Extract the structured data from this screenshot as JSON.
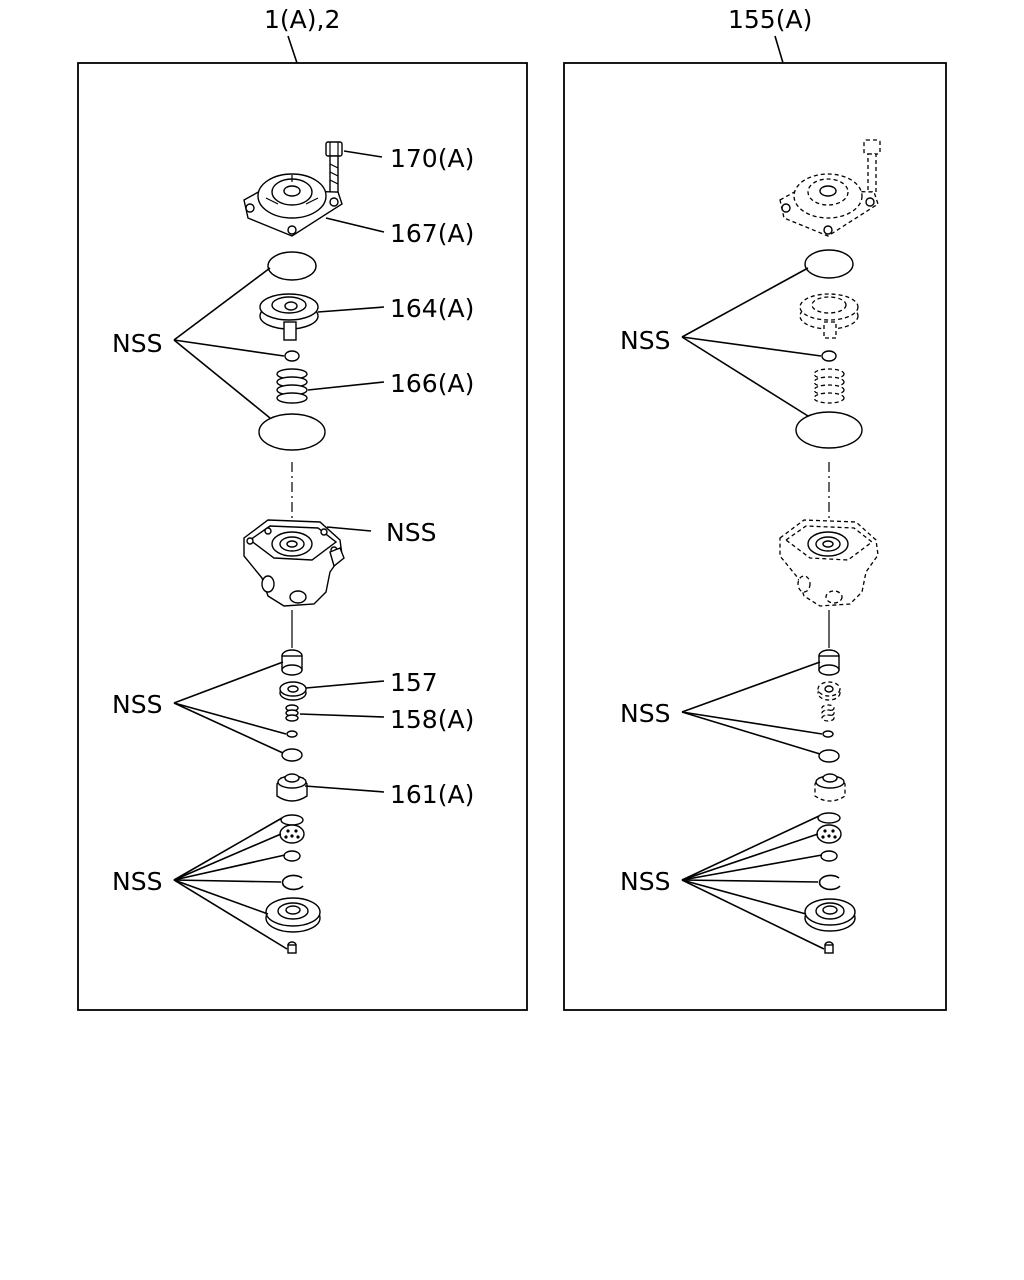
{
  "panels": {
    "left": {
      "title": "1(A),2",
      "labels": {
        "p170": "170(A)",
        "p167": "167(A)",
        "p164": "164(A)",
        "p166": "166(A)",
        "nss_upper": "NSS",
        "nss_body": "NSS",
        "p157": "157",
        "p158": "158(A)",
        "nss_middle": "NSS",
        "p161": "161(A)",
        "nss_lower": "NSS"
      }
    },
    "right": {
      "title": "155(A)",
      "labels": {
        "nss_upper": "NSS",
        "nss_middle": "NSS",
        "nss_lower": "NSS"
      }
    }
  }
}
